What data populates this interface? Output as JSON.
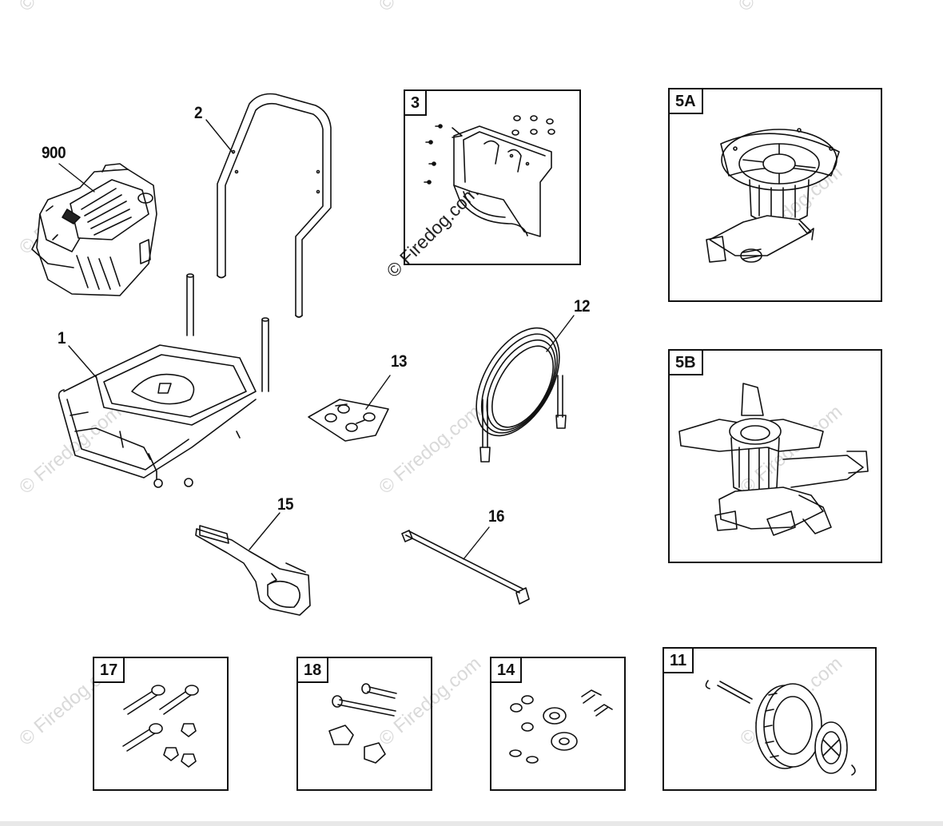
{
  "watermark": {
    "text": "© Firedog.com",
    "color": "#d9d9d9",
    "dark_color": "#222222"
  },
  "callouts": {
    "engine": "900",
    "handle": "2",
    "frame": "1",
    "pump_5a": "5A",
    "pump_5b": "5B",
    "bracket": "3",
    "hose": "12",
    "nozzles": "13",
    "gun": "15",
    "wand": "16",
    "bolts_17": "17",
    "bolts_18": "18",
    "hardware_14": "14",
    "wheel_11": "11"
  },
  "colors": {
    "ink": "#111111",
    "background": "#ffffff"
  }
}
